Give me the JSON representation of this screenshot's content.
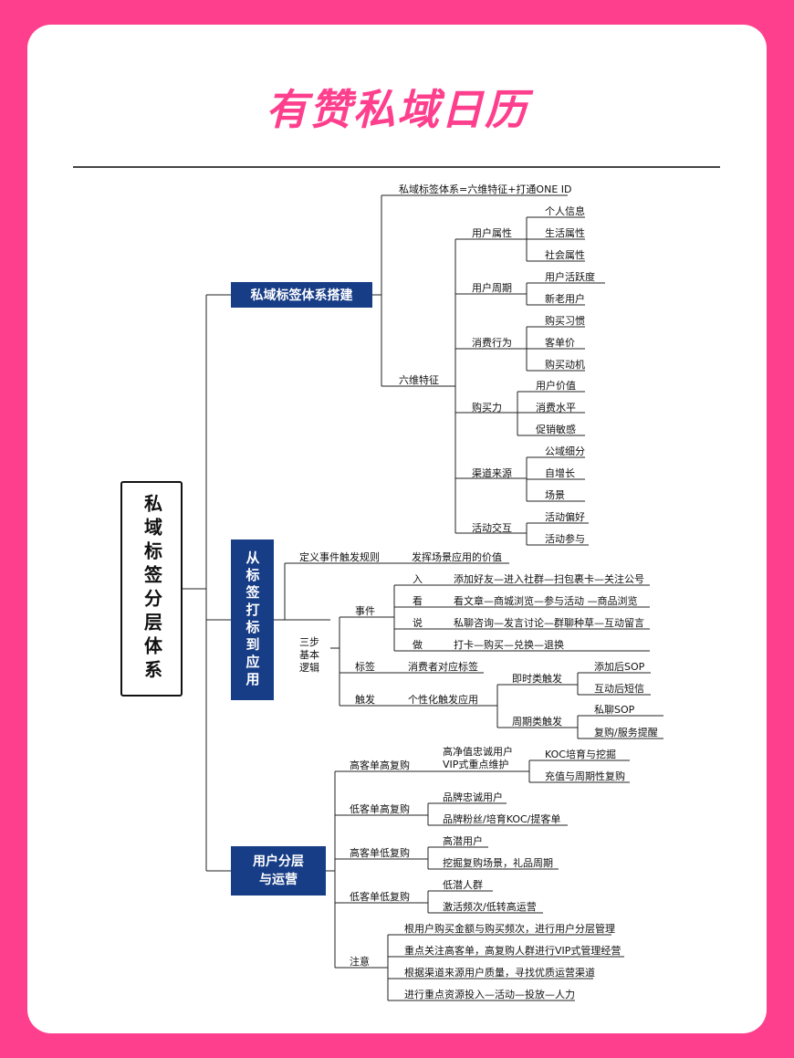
{
  "title": "有赞私域日历",
  "root": "私域标签分层体系",
  "branches": {
    "b1": "私域标签体系搭建",
    "b2": "从标签打标到应用",
    "b3": "用户分层\n与运营"
  },
  "labels": {
    "n_formula": "私域标签体系=六维特征+打通ONE ID",
    "n_six": "六维特征",
    "n_attr": "用户属性",
    "n_info": "个人信息",
    "n_life": "生活属性",
    "n_social": "社会属性",
    "n_cycle": "用户周期",
    "n_active": "用户活跃度",
    "n_newold": "新老用户",
    "n_consume": "消费行为",
    "n_habit": "购买习惯",
    "n_aov": "客单价",
    "n_motive": "购买动机",
    "n_power": "购买力",
    "n_value": "用户价值",
    "n_level": "消费水平",
    "n_promo": "促销敏感",
    "n_channel": "渠道来源",
    "n_public": "公域细分",
    "n_self": "自增长",
    "n_scene": "场景",
    "n_interact": "活动交互",
    "n_pref": "活动偏好",
    "n_part": "活动参与",
    "n_define": "定义事件触发规则",
    "n_define_r": "发挥场景应用的价值",
    "n_logic": "三步\n基本\n逻辑",
    "n_event": "事件",
    "n_in": "入",
    "n_in_r": "添加好友—进入社群—扫包裹卡—关注公号",
    "n_look": "看",
    "n_look_r": "看文章—商城浏览—参与活动 —商品浏览",
    "n_say": "说",
    "n_say_r": "私聊咨询—发言讨论—群聊种草—互动留言",
    "n_do": "做",
    "n_do_r": "打卡—购买—兑换—退换",
    "n_tag": "标签",
    "n_tag_r": "消费者对应标签",
    "n_trigger": "触发",
    "n_trigger_r": "个性化触发应用",
    "n_instant": "即时类触发",
    "n_addsop": "添加后SOP",
    "n_msg": "互动后短信",
    "n_period": "周期类触发",
    "n_privsop": "私聊SOP",
    "n_rebuy": "复购/服务提醒",
    "n_hh": "高客单高复购",
    "n_hh_1": "高净值忠诚用户\nVIP式重点维护",
    "n_koc": "KOC培育与挖掘",
    "n_recharge": "充值与周期性复购",
    "n_lh": "低客单高复购",
    "n_lh_1": "品牌忠诚用户",
    "n_lh_2": "品牌粉丝/培育KOC/提客单",
    "n_hl": "高客单低复购",
    "n_hl_1": "高潜用户",
    "n_hl_2": "挖掘复购场景，礼品周期",
    "n_ll": "低客单低复购",
    "n_ll_1": "低潜人群",
    "n_ll_2": "激活频次/低转高运营",
    "n_note": "注意",
    "n_note_1": "根用户购买金额与购买频次，进行用户分层管理",
    "n_note_2": "重点关注高客单，高复购人群进行VIP式管理经营",
    "n_note_3": "根据渠道来源用户质量，寻找优质运营渠道",
    "n_note_4": "进行重点资源投入—活动—投放—人力"
  },
  "colors": {
    "background": "#fe3f8d",
    "accent": "#fe3f8d",
    "branch": "#173d86"
  }
}
